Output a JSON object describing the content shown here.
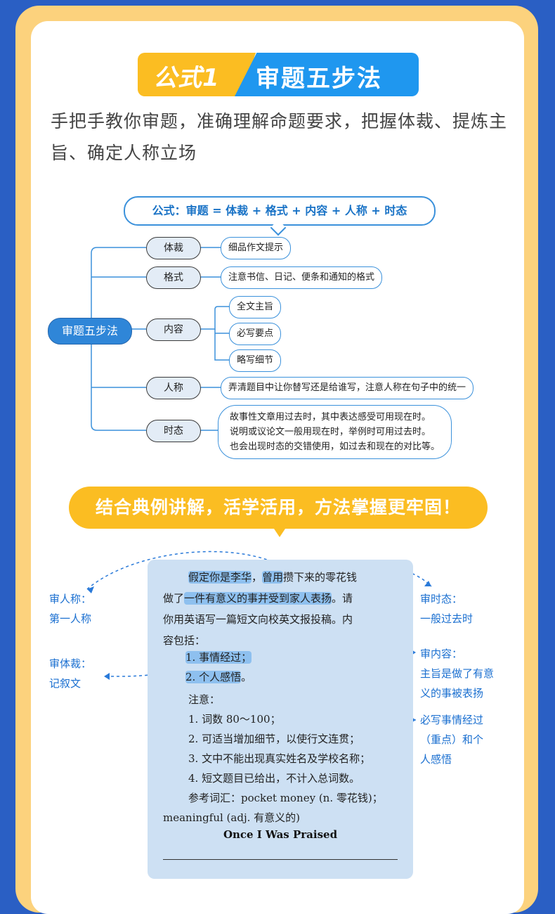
{
  "title": {
    "formula_no": "公式1",
    "name": "审题五步法"
  },
  "intro": "手把手教你审题，准确理解命题要求，把握体裁、提炼主旨、确定人称立场",
  "mindmap": {
    "formula": "公式：审题 = 体裁 + 格式 + 内容 + 人称 + 时态",
    "root": "审题五步法",
    "genre": {
      "label": "体裁",
      "tip": "细品作文提示"
    },
    "format": {
      "label": "格式",
      "tip": "注意书信、日记、便条和通知的格式"
    },
    "content": {
      "label": "内容",
      "tips": [
        "全文主旨",
        "必写要点",
        "略写细节"
      ]
    },
    "person": {
      "label": "人称",
      "tip": "弄清题目中让你替写还是给谁写，注意人称在句子中的统一"
    },
    "tense": {
      "label": "时态",
      "tips": [
        "故事性文章用过去时，其中表达感受可用现在时。",
        "说明或议论文一般用现在时，举例时可用过去时。",
        "也会出现时态的交错使用，如过去和现在的对比等。"
      ]
    }
  },
  "banner": "结合典例讲解，活学活用，方法掌握更牢固！",
  "exam": {
    "p1_a": "假定你是李华",
    "p1_b": "，",
    "p1_c": "曾用",
    "p1_d": "攒下来的零花钱",
    "p2_a": "做了",
    "p2_b": "一件有意义的事并受到家人表扬",
    "p2_c": "。请",
    "p3": "你用英语写一篇短文向校英文报投稿。内",
    "p4": "容包括：",
    "item1": "1. 事情经过；",
    "item2": "2. 个人感悟",
    "item2_end": "。",
    "note": "注意：",
    "n1": "1. 词数 80～100；",
    "n2": "2. 可适当增加细节，以使行文连贯；",
    "n3": "3. 文中不能出现真实姓名及学校名称；",
    "n4": "4. 短文题目已给出，不计入总词数。",
    "vocab1": "参考词汇：pocket money (n. 零花钱)；",
    "vocab2": "meaningful (adj. 有意义的)",
    "essay_title": "Once I Was Praised"
  },
  "annotations": {
    "person": [
      "审人称：",
      "第一人称"
    ],
    "genre": [
      "审体裁：",
      "记叙文"
    ],
    "tense": [
      "审时态：",
      "一般过去时"
    ],
    "content": [
      "审内容：",
      "主旨是做了有意",
      "义的事被表扬"
    ],
    "must": [
      "必写事情经过",
      "（重点）和个",
      "人感悟"
    ]
  },
  "colors": {
    "blue": "#1f97ef",
    "orange": "#fbbd22",
    "frame": "#fcd27d",
    "bg": "#2a5fc4"
  }
}
